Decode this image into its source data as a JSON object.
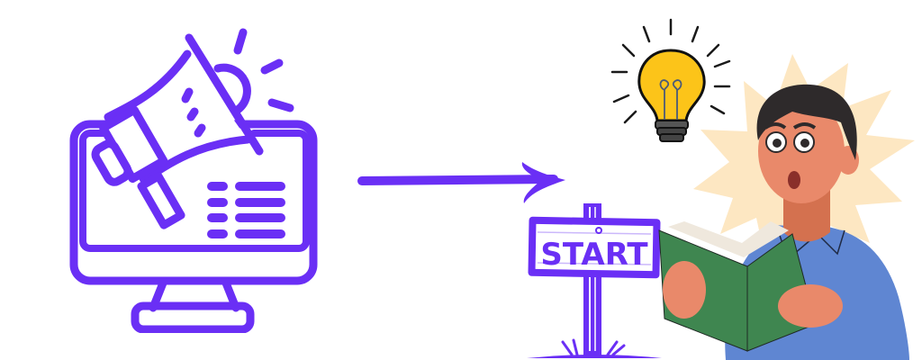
{
  "scene": {
    "left_icon": {
      "name": "megaphone-on-monitor",
      "color": "#6a2ff5"
    },
    "arrow": {
      "direction": "right",
      "color": "#6a2ff5"
    },
    "signpost": {
      "label": "START",
      "color": "#6a2ff5"
    },
    "lightbulb": {
      "fill": "#fcc419",
      "base": "#4a4a4a",
      "rays": "#1a1a1a"
    },
    "person": {
      "shirt": "#5f86d2",
      "skin": "#e9896a",
      "hair": "#2e2a2b",
      "book": "#3f8650",
      "burst": "#fde7c2"
    }
  }
}
